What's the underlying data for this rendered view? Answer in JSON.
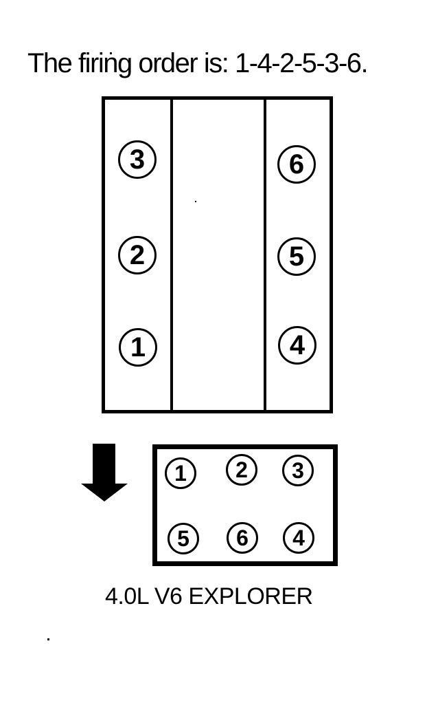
{
  "title": "The firing order is: 1-4-2-5-3-6.",
  "firing_order": "1-4-2-5-3-6",
  "engine_view": {
    "left_bank": [
      "3",
      "2",
      "1"
    ],
    "right_bank": [
      "6",
      "5",
      "4"
    ]
  },
  "cap_view": {
    "top_row": [
      "1",
      "2",
      "3"
    ],
    "bottom_row": [
      "5",
      "6",
      "4"
    ]
  },
  "caption": "4.0L V6 EXPLORER",
  "icons": {
    "down_arrow": "solid black downward arrow"
  },
  "colors": {
    "ink": "#000000",
    "background": "#ffffff"
  }
}
